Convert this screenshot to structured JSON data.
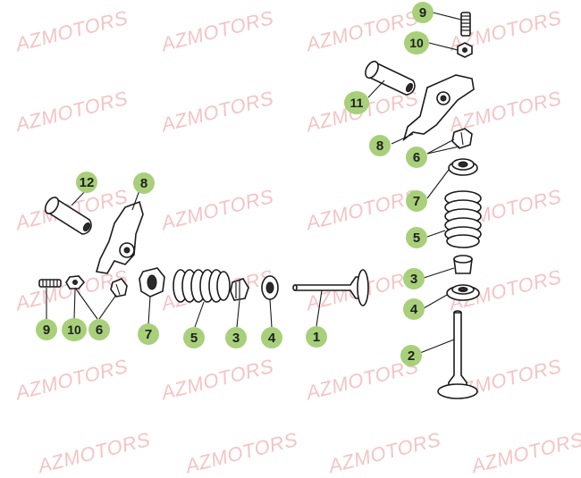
{
  "watermark": {
    "text": "AZMOTORS",
    "color": "#f4c4c4"
  },
  "callout_color": "#a8d07a",
  "callouts": {
    "l12": "12",
    "l8": "8",
    "l9": "9",
    "l10": "10",
    "l6": "6",
    "l7": "7",
    "l5": "5",
    "l3": "3",
    "l4": "4",
    "l1": "1",
    "r9": "9",
    "r10": "10",
    "r11": "11",
    "r8": "8",
    "r6": "6",
    "r7": "7",
    "r5": "5",
    "r3": "3",
    "r4": "4",
    "r2": "2"
  }
}
